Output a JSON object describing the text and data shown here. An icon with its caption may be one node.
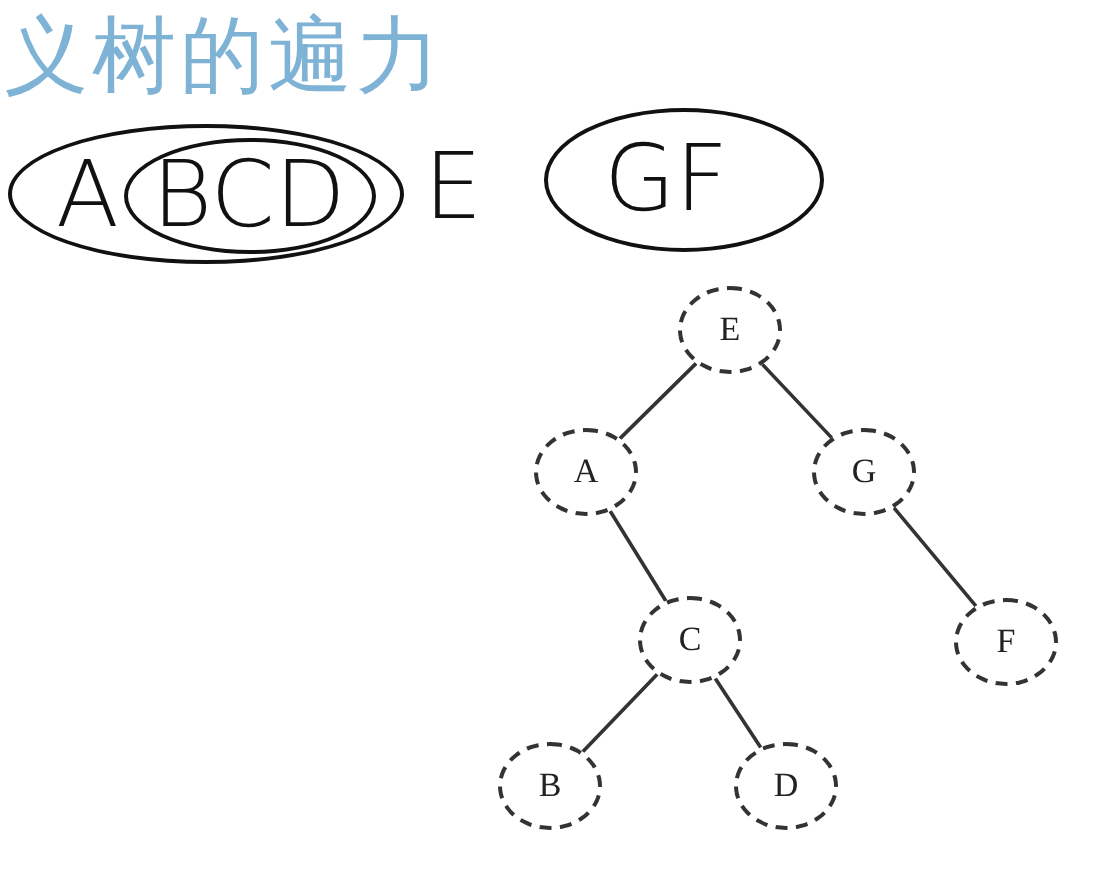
{
  "diagram": {
    "title": "义树的遍力",
    "nodes": [
      {
        "text": [
          "A"
        ]
      },
      {
        "text": [
          "BCD"
        ],
        "in": 0
      },
      {
        "text": [
          "GF"
        ]
      },
      {
        "text": [
          "E"
        ]
      },
      {
        "text": [
          "A"
        ]
      },
      {
        "text": [
          "G"
        ]
      },
      {
        "text": [
          "C"
        ]
      },
      {
        "text": [
          "F"
        ]
      },
      {
        "text": [
          "B"
        ]
      },
      {
        "text": [
          "D"
        ]
      }
    ],
    "edges": [
      {
        "from": 3,
        "to": 4,
        "arrow": "none"
      },
      {
        "from": 3,
        "to": 5,
        "arrow": "none"
      },
      {
        "from": 4,
        "to": 6,
        "arrow": "none"
      },
      {
        "from": 5,
        "to": 7,
        "arrow": "none"
      },
      {
        "from": 6,
        "to": 8,
        "arrow": "none"
      },
      {
        "from": 6,
        "to": 9,
        "arrow": "none"
      }
    ],
    "labels": [
      "E"
    ]
  }
}
